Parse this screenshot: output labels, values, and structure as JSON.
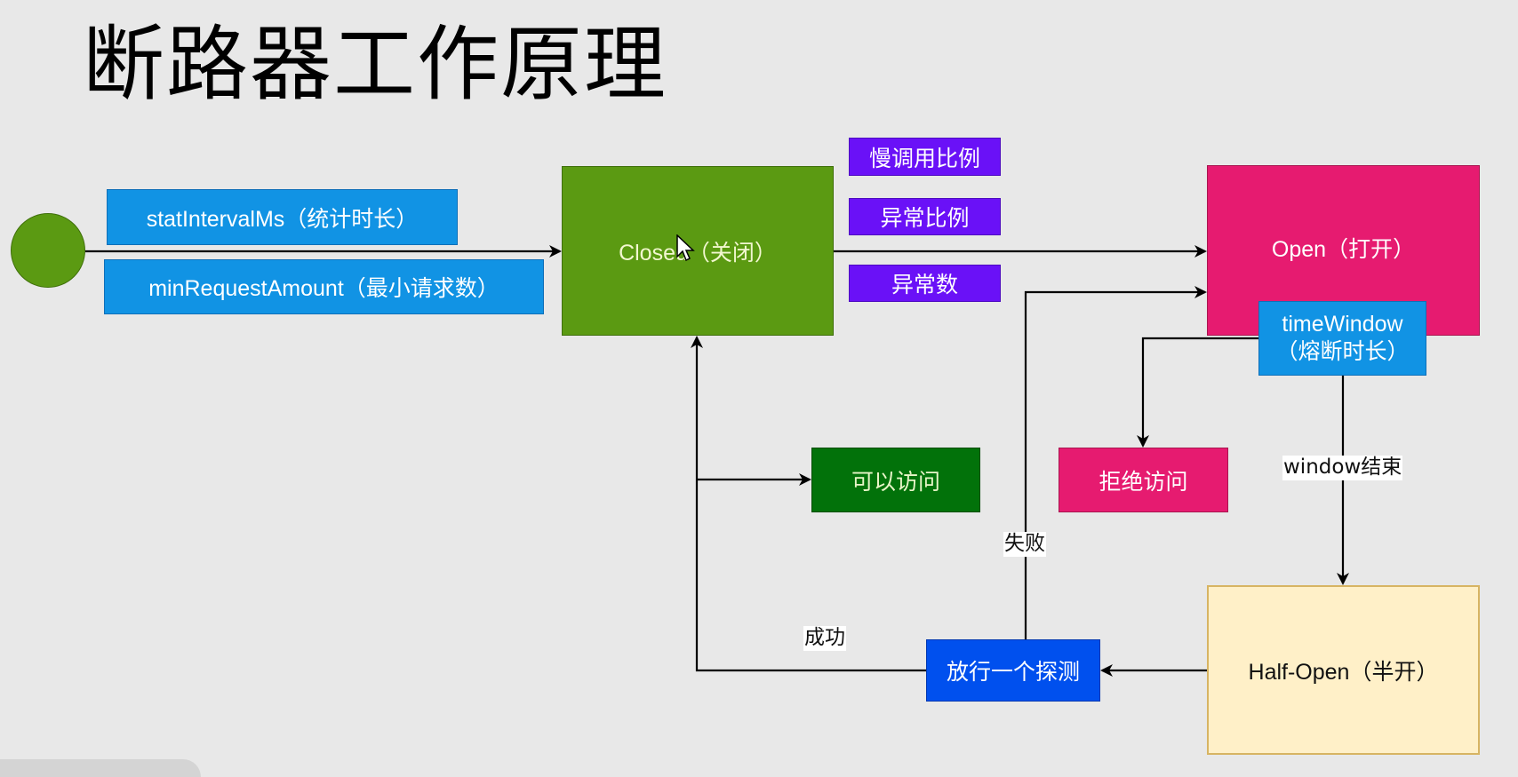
{
  "title": "断路器工作原理",
  "nodes": {
    "start": {
      "label": ""
    },
    "stat_interval": {
      "label": "statIntervalMs（统计时长）"
    },
    "min_request": {
      "label": "minRequestAmount（最小请求数）"
    },
    "closed": {
      "label": "Closed（关闭）"
    },
    "slow_ratio": {
      "label": "慢调用比例"
    },
    "error_ratio": {
      "label": "异常比例"
    },
    "error_count": {
      "label": "异常数"
    },
    "open": {
      "label": "Open（打开）"
    },
    "time_window": {
      "line1": "timeWindow",
      "line2": "（熔断时长）"
    },
    "allow": {
      "label": "可以访问"
    },
    "reject": {
      "label": "拒绝访问"
    },
    "half_open": {
      "label": "Half-Open（半开）"
    },
    "probe": {
      "label": "放行一个探测"
    }
  },
  "edge_labels": {
    "window_end": "window结束",
    "fail": "失败",
    "success": "成功"
  },
  "edges": [
    {
      "from": "start",
      "to": "closed"
    },
    {
      "from": "closed",
      "to": "open"
    },
    {
      "from": "closed",
      "to": "allow"
    },
    {
      "from": "time_window",
      "to": "reject"
    },
    {
      "from": "time_window",
      "to": "half_open",
      "label": "window结束"
    },
    {
      "from": "half_open",
      "to": "probe"
    },
    {
      "from": "probe",
      "to": "closed",
      "label": "成功"
    },
    {
      "from": "probe",
      "to": "open",
      "label": "失败"
    }
  ]
}
